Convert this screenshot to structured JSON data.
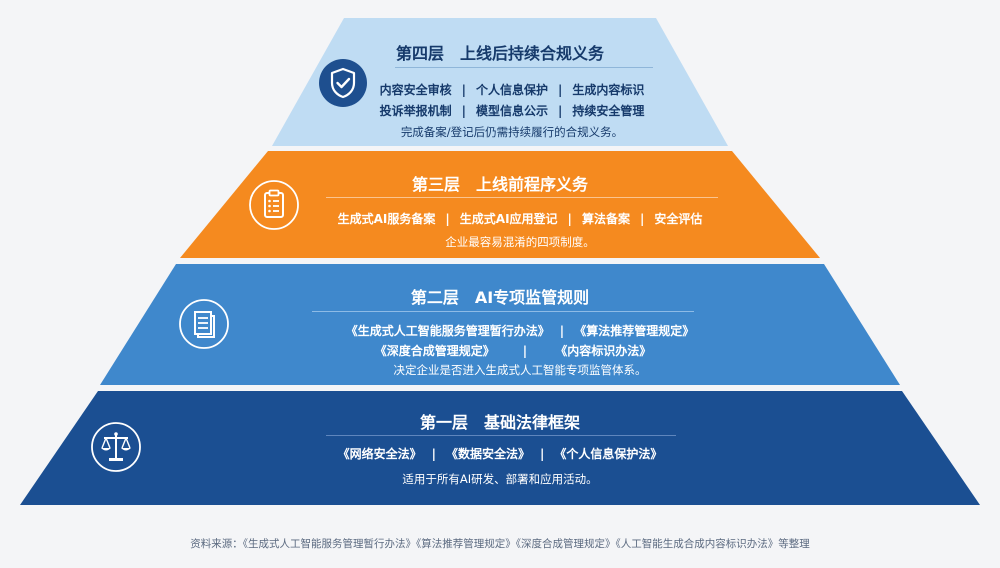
{
  "colors": {
    "tier4": "#bfdcf3",
    "tier3": "#f58a1f",
    "tier2": "#3f88cc",
    "tier1": "#1b4f92",
    "navy_text": "#163a6b",
    "white": "#ffffff"
  },
  "tiers": {
    "tier4": {
      "title": "第四层　上线后持续合规义务",
      "icon": "shield-check-icon",
      "row1": [
        "内容安全审核",
        "个人信息保护",
        "生成内容标识"
      ],
      "row2": [
        "投诉举报机制",
        "模型信息公示",
        "持续安全管理"
      ],
      "note": "完成备案/登记后仍需持续履行的合规义务。"
    },
    "tier3": {
      "title": "第三层　上线前程序义务",
      "icon": "clipboard-list-icon",
      "row1": [
        "生成式AI服务备案",
        "生成式AI应用登记",
        "算法备案",
        "安全评估"
      ],
      "note": "企业最容易混淆的四项制度。"
    },
    "tier2": {
      "title": "第二层　AI专项监管规则",
      "icon": "document-icon",
      "row1": [
        "《生成式人工智能服务管理暂行办法》",
        "《算法推荐管理规定》"
      ],
      "row2": [
        "《深度合成管理规定》",
        "《内容标识办法》"
      ],
      "note": "决定企业是否进入生成式人工智能专项监管体系。"
    },
    "tier1": {
      "title": "第一层　基础法律框架",
      "icon": "scales-icon",
      "row1": [
        "《网络安全法》",
        "《数据安全法》",
        "《个人信息保护法》"
      ],
      "note": "适用于所有AI研发、部署和应用活动。"
    }
  },
  "source": "资料来源：《生成式人工智能服务管理暂行办法》《算法推荐管理规定》《深度合成管理规定》《人工智能生成合成内容标识办法》等整理"
}
